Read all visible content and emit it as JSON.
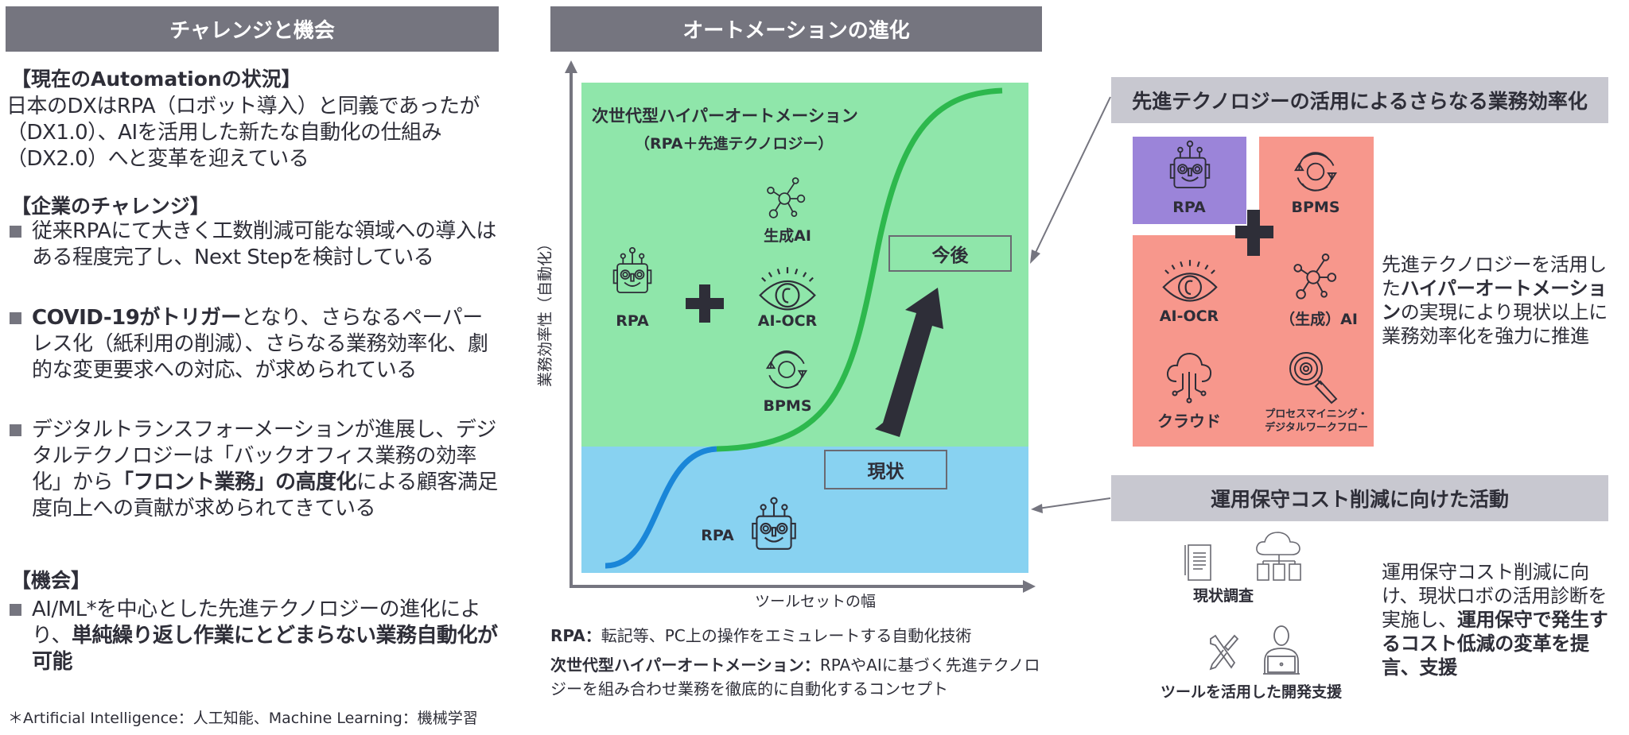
{
  "left": {
    "header": "チャレンジと機会",
    "status_heading": "【現在のAutomationの状況】",
    "status_text": "日本のDXはRPA（ロボット導入）と同義であったが（DX1.0）、AIを活用した新たな自動化の仕組み（DX2.0）へと変革を迎えている",
    "challenge_heading": "【企業のチャレンジ】",
    "challenges": [
      {
        "pre": "従来RPAにて大きく工数削減可能な領域への導入はある程度完了し、Next Stepを検討している",
        "bold": "",
        "post": ""
      },
      {
        "pre": "",
        "bold": "COVID-19がトリガー",
        "post": "となり、さらなるペーパーレス化（紙利用の削減）、さらなる業務効率化、劇的な変更要求への対応、が求められている"
      },
      {
        "pre": "デジタルトランスフォーメーションが進展し、デジタルテクノロジーは「バックオフィス業務の効率化」から",
        "bold": "「フロント業務」の高度化",
        "post": "による顧客満足度向上への貢献が求められてきている"
      }
    ],
    "opportunity_heading": "【機会】",
    "opportunities": [
      {
        "pre": "AI/ML*を中心とした先進テクノロジーの進化により、",
        "bold": "単純繰り返し作業にとどまらない業務自動化が可能",
        "post": ""
      }
    ],
    "footnote": "＊Artificial Intelligence：人工知能、Machine Learning：機械学習"
  },
  "middle": {
    "header": "オートメーションの進化",
    "hyper_title": "次世代型ハイパーオートメーション",
    "hyper_subtitle": "（RPA＋先進テクノロジー）",
    "icon_labels": {
      "genai": "生成AI",
      "rpa": "RPA",
      "aiocr": "AI-OCR",
      "bpms": "BPMS",
      "rpa_current": "RPA"
    },
    "future_label": "今後",
    "current_label": "現状",
    "y_axis_label": "業務効率性（自動化）",
    "x_axis_label": "ツールセットの幅",
    "def_rpa_term": "RPA：",
    "def_rpa_text": "転記等、PC上の操作をエミュレートする自動化技術",
    "def_hyper_term": "次世代型ハイパーオートメーション：",
    "def_hyper_text": "RPAやAIに基づく先進テクノロジーを組み合わせ業務を徹底的に自動化するコンセプト"
  },
  "right": {
    "tech_header": "先進テクノロジーの活用によるさらなる業務効率化",
    "tiles": {
      "rpa": "RPA",
      "bpms": "BPMS",
      "aiocr": "AI-OCR",
      "ai": "（生成）AI",
      "cloud": "クラウド",
      "mining_line1": "プロセスマイニング・",
      "mining_line2": "デジタルワークフロー"
    },
    "tech_text": {
      "pre": "先進テクノロジーを活用した",
      "bold": "ハイパーオートメーション",
      "post": "の実現により現状以上に業務効率化を強力に推進"
    },
    "cost_header": "運用保守コスト削減に向けた活動",
    "survey_label": "現状調査",
    "tools_label": "ツールを活用した開発支援",
    "cost_text": {
      "pre": "運用保守コスト削減に向け、現状ロボの活用診断を実施し、",
      "bold": "運用保守で発生するコスト低減の変革を提言、支援",
      "post": ""
    }
  },
  "colors": {
    "header": "#75757f",
    "subheader": "#c8c8d0",
    "green": "#8fe6aa",
    "blue": "#88d2f1",
    "purple": "#9b84d9",
    "salmon": "#f7978c",
    "curve_green": "#2db84d",
    "curve_blue": "#1a86d8"
  }
}
